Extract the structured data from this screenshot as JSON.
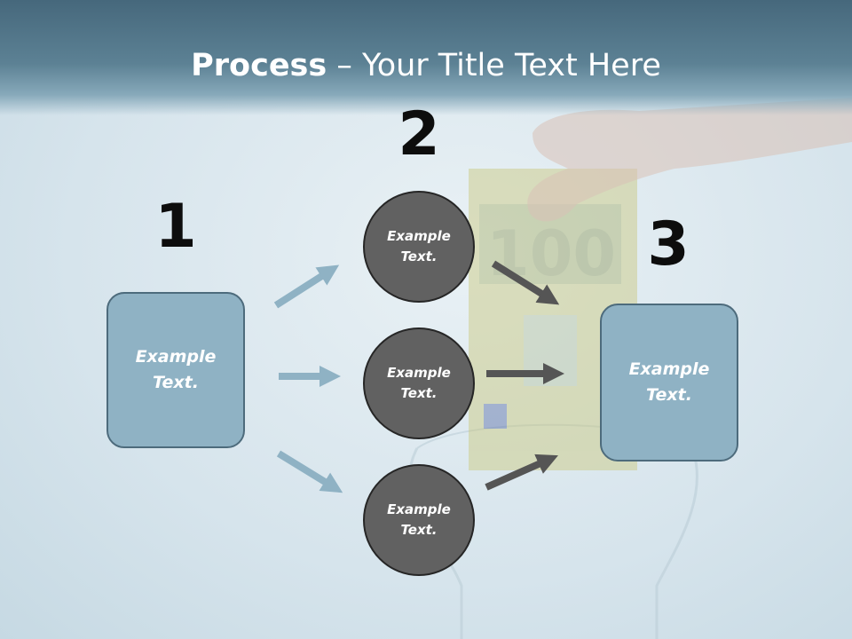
{
  "title": {
    "bold": "Process",
    "rest": " – Your Title Text Here"
  },
  "steps": [
    {
      "number": "1",
      "box_text": "Example Text."
    },
    {
      "number": "2",
      "circles": [
        "Example Text.",
        "Example Text.",
        "Example Text."
      ]
    },
    {
      "number": "3",
      "box_text": "Example Text."
    }
  ],
  "colors": {
    "header": "#5c8194",
    "box_fill": "#8fb2c4",
    "circle_fill": "#616161",
    "light_arrow": "#8fb2c4",
    "dark_arrow": "#555555"
  }
}
